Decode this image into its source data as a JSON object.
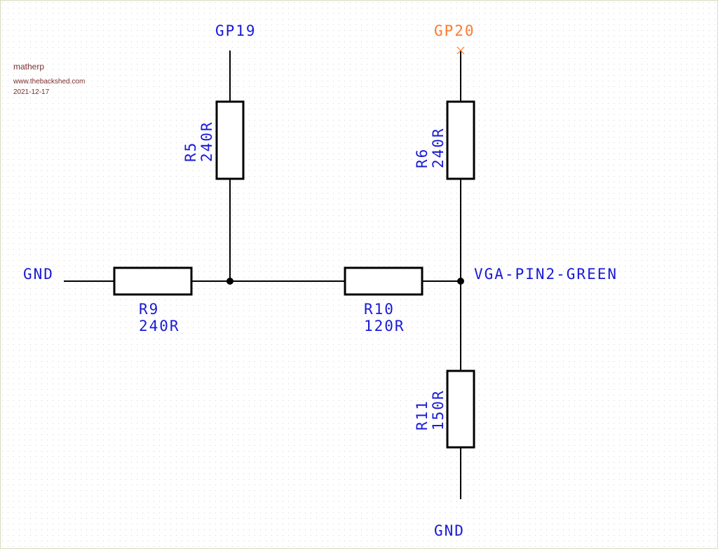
{
  "watermark": {
    "author": "matherp",
    "site": "www.thebackshed.com",
    "date": "2021-12-17"
  },
  "nets": {
    "gp19": "GP19",
    "gp20": "GP20",
    "gnd_left": "GND",
    "gnd_bottom": "GND",
    "vga": "VGA-PIN2-GREEN"
  },
  "components": {
    "r5": {
      "ref": "R5",
      "value": "240R"
    },
    "r6": {
      "ref": "R6",
      "value": "240R"
    },
    "r9": {
      "ref": "R9",
      "value": "240R"
    },
    "r10": {
      "ref": "R10",
      "value": "120R"
    },
    "r11": {
      "ref": "R11",
      "value": "150R"
    }
  },
  "colors": {
    "label": "#1a1ad6",
    "highlight": "#ff7a2e",
    "wire": "#000000",
    "grid_dot": "#c7c7c7",
    "meta": "#7a2e2e"
  }
}
